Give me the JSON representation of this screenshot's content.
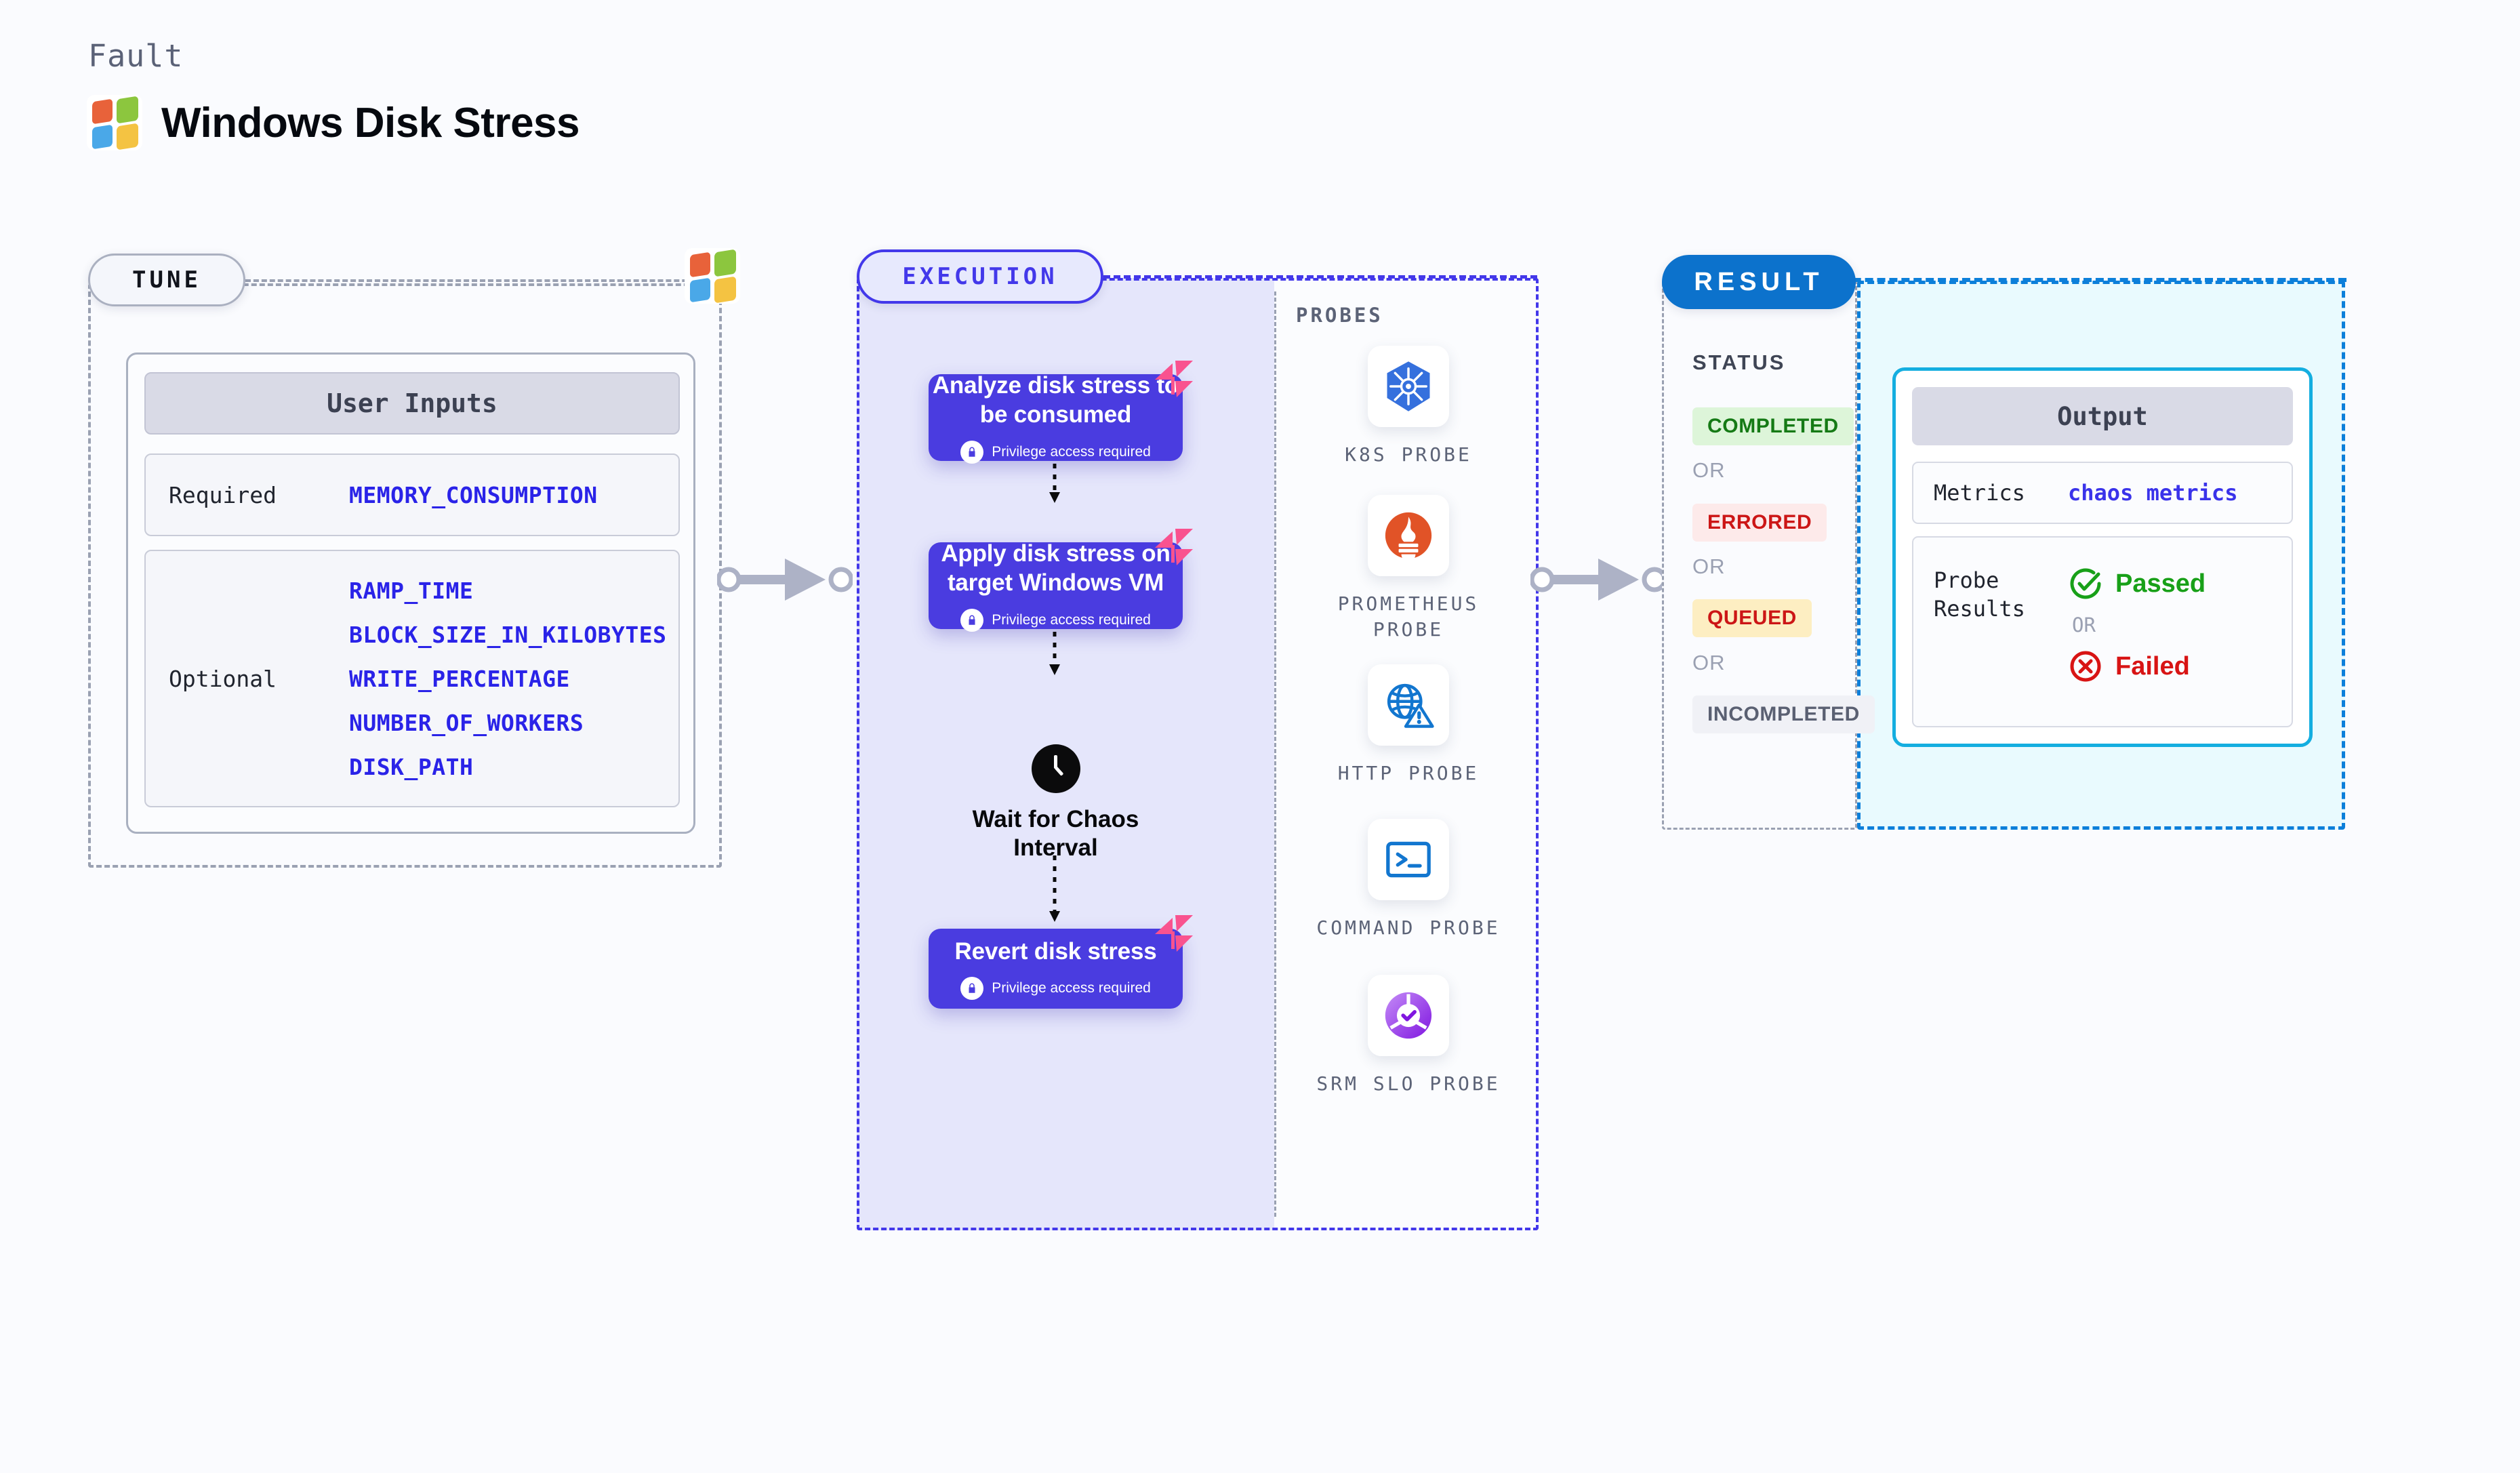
{
  "header": {
    "kicker": "Fault",
    "title": "Windows Disk Stress",
    "logo_icon": "windows-logo-icon"
  },
  "tune": {
    "pill_label": "TUNE",
    "logo_icon": "windows-logo-icon",
    "card": {
      "title": "User Inputs",
      "rows": [
        {
          "label": "Required",
          "values": [
            "MEMORY_CONSUMPTION"
          ]
        },
        {
          "label": "Optional",
          "values": [
            "RAMP_TIME",
            "BLOCK_SIZE_IN_KILOBYTES",
            "WRITE_PERCENTAGE",
            "NUMBER_OF_WORKERS",
            "DISK_PATH"
          ]
        }
      ]
    }
  },
  "execution": {
    "pill_label": "EXECUTION",
    "privilege_note": "Privilege access required",
    "steps": [
      {
        "title": "Analyze disk stress to be consumed",
        "privileged": true
      },
      {
        "title": "Apply disk stress on target Windows VM",
        "privileged": true
      },
      {
        "title": "Revert disk stress",
        "privileged": true
      }
    ],
    "wait": {
      "label": "Wait for Chaos Interval",
      "icon": "clock-icon"
    }
  },
  "probes": {
    "title": "PROBES",
    "items": [
      {
        "label": "K8S  PROBE",
        "icon": "kubernetes-icon"
      },
      {
        "label": "PROMETHEUS PROBE",
        "icon": "prometheus-icon"
      },
      {
        "label": "HTTP  PROBE",
        "icon": "http-globe-warning-icon"
      },
      {
        "label": "COMMAND PROBE",
        "icon": "terminal-icon"
      },
      {
        "label": "SRM SLO PROBE",
        "icon": "srm-slo-icon"
      }
    ]
  },
  "result": {
    "pill_label": "RESULT",
    "status_title": "STATUS",
    "or_label": "OR",
    "statuses": [
      {
        "label": "COMPLETED",
        "style": "completed"
      },
      {
        "label": "ERRORED",
        "style": "errored"
      },
      {
        "label": "QUEUED",
        "style": "queued"
      },
      {
        "label": "INCOMPLETED",
        "style": "incompleted"
      }
    ],
    "output": {
      "title": "Output",
      "metrics_label": "Metrics",
      "metrics_value": "chaos metrics",
      "probe_results_label": "Probe Results",
      "passed_label": "Passed",
      "failed_label": "Failed",
      "or_label": "OR"
    }
  },
  "colors": {
    "background": "#fafbfe",
    "indigo": "#4338ea",
    "step_purple": "#4a3ce0",
    "result_blue": "#0c72cc",
    "output_cyan": "#14aee0",
    "chaos_pink": "#f9528f",
    "connector_gray": "#adb2c6"
  }
}
